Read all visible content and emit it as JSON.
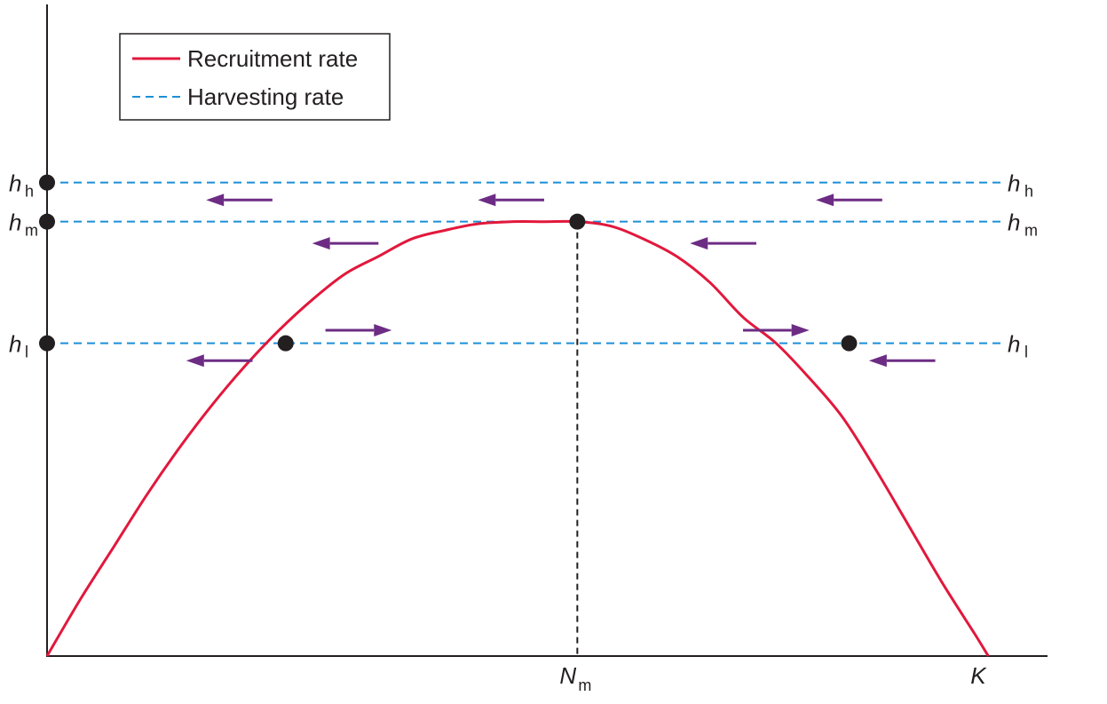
{
  "chart_data": {
    "type": "line",
    "title": "",
    "xlabel": "",
    "ylabel": "",
    "xlim": [
      0,
      1.5
    ],
    "ylim": [
      0,
      1.5
    ],
    "x_tick_labels": [
      {
        "x": 0.8,
        "main": "N",
        "sub": "m"
      },
      {
        "x": 1.42,
        "main": "K",
        "sub": ""
      }
    ],
    "y_tick_labels": [
      {
        "y": 1.09,
        "main": "h",
        "sub": "h"
      },
      {
        "y": 1.0,
        "main": "h",
        "sub": "m"
      },
      {
        "y": 0.72,
        "main": "h",
        "sub": "l"
      }
    ],
    "series": [
      {
        "name": "Recruitment rate",
        "style": "solid",
        "color": "#e2183c",
        "x": [
          0,
          0.05,
          0.1,
          0.15,
          0.2,
          0.25,
          0.3,
          0.35,
          0.4,
          0.45,
          0.5,
          0.55,
          0.6,
          0.65,
          0.7,
          0.75,
          0.8,
          0.85,
          0.9,
          0.95,
          1.0,
          1.05,
          1.1,
          1.15,
          1.2,
          1.25,
          1.3,
          1.35,
          1.4,
          1.42
        ],
        "y": [
          0,
          0.13,
          0.25,
          0.37,
          0.48,
          0.58,
          0.67,
          0.75,
          0.82,
          0.88,
          0.92,
          0.96,
          0.98,
          0.995,
          1.0,
          1.0,
          1.0,
          0.99,
          0.96,
          0.92,
          0.86,
          0.78,
          0.72,
          0.64,
          0.55,
          0.43,
          0.3,
          0.17,
          0.05,
          0
        ]
      },
      {
        "name": "Harvesting rate",
        "style": "dashed",
        "color": "#1b8fd6",
        "level": "h h",
        "y": 1.09
      },
      {
        "name": "",
        "style": "dashed",
        "color": "#1b8fd6",
        "level": "h m",
        "y": 1.0
      },
      {
        "name": "",
        "style": "dashed",
        "color": "#1b8fd6",
        "level": "h l",
        "y": 0.72
      }
    ],
    "vertical_marker": {
      "x": 0.8,
      "style": "dashed",
      "color": "#231f20"
    },
    "points": [
      {
        "x": 0,
        "y": 1.09
      },
      {
        "x": 0,
        "y": 1.0
      },
      {
        "x": 0,
        "y": 0.72
      },
      {
        "x": 0.8,
        "y": 1.0
      },
      {
        "x": 0.36,
        "y": 0.72
      },
      {
        "x": 1.21,
        "y": 0.72
      }
    ],
    "arrows": [
      {
        "x_from": 0.34,
        "x_to": 0.24,
        "y": 1.05,
        "direction": "left"
      },
      {
        "x_from": 0.75,
        "x_to": 0.65,
        "y": 1.05,
        "direction": "left"
      },
      {
        "x_from": 1.26,
        "x_to": 1.16,
        "y": 1.05,
        "direction": "left"
      },
      {
        "x_from": 0.5,
        "x_to": 0.4,
        "y": 0.95,
        "direction": "left"
      },
      {
        "x_from": 1.07,
        "x_to": 0.97,
        "y": 0.95,
        "direction": "left"
      },
      {
        "x_from": 0.42,
        "x_to": 0.52,
        "y": 0.75,
        "direction": "right"
      },
      {
        "x_from": 1.05,
        "x_to": 1.15,
        "y": 0.75,
        "direction": "right"
      },
      {
        "x_from": 0.31,
        "x_to": 0.21,
        "y": 0.68,
        "direction": "left"
      },
      {
        "x_from": 1.34,
        "x_to": 1.24,
        "y": 0.68,
        "direction": "left"
      }
    ],
    "arrow_color": "#6d2c84",
    "grid": false,
    "legend": {
      "position": "top-left",
      "entries": [
        {
          "label": "Recruitment rate",
          "style": "solid",
          "color": "#e2183c"
        },
        {
          "label": "Harvesting rate",
          "style": "dashed",
          "color": "#1b8fd6"
        }
      ]
    }
  }
}
